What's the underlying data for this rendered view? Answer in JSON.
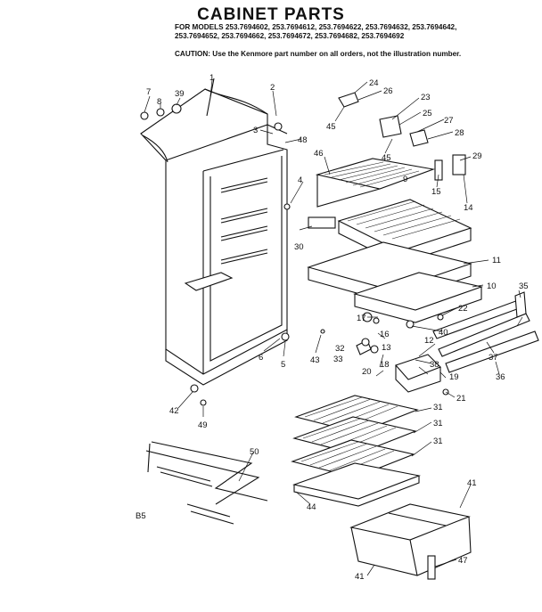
{
  "header": {
    "title": "CABINET PARTS",
    "model_lines": [
      "FOR MODELS 253.7694602, 253.7694612, 253.7694622, 253.7694632, 253.7694642,",
      "253.7694652, 253.7694662, 253.7694672, 253.7694682, 253.7694692"
    ],
    "caution": "CAUTION: Use the Kenmore part number on all orders, not the illustration number."
  },
  "page_code": "B5",
  "callouts": [
    "1",
    "2",
    "3",
    "4",
    "5",
    "6",
    "7",
    "8",
    "9",
    "10",
    "11",
    "12",
    "13",
    "14",
    "15",
    "16",
    "17",
    "18",
    "19",
    "20",
    "21",
    "22",
    "23",
    "24",
    "25",
    "26",
    "27",
    "28",
    "29",
    "30",
    "31",
    "31",
    "31",
    "32",
    "33",
    "35",
    "36",
    "37",
    "38",
    "39",
    "40",
    "41",
    "41",
    "42",
    "43",
    "44",
    "45",
    "45",
    "46",
    "47",
    "48",
    "49",
    "50"
  ]
}
